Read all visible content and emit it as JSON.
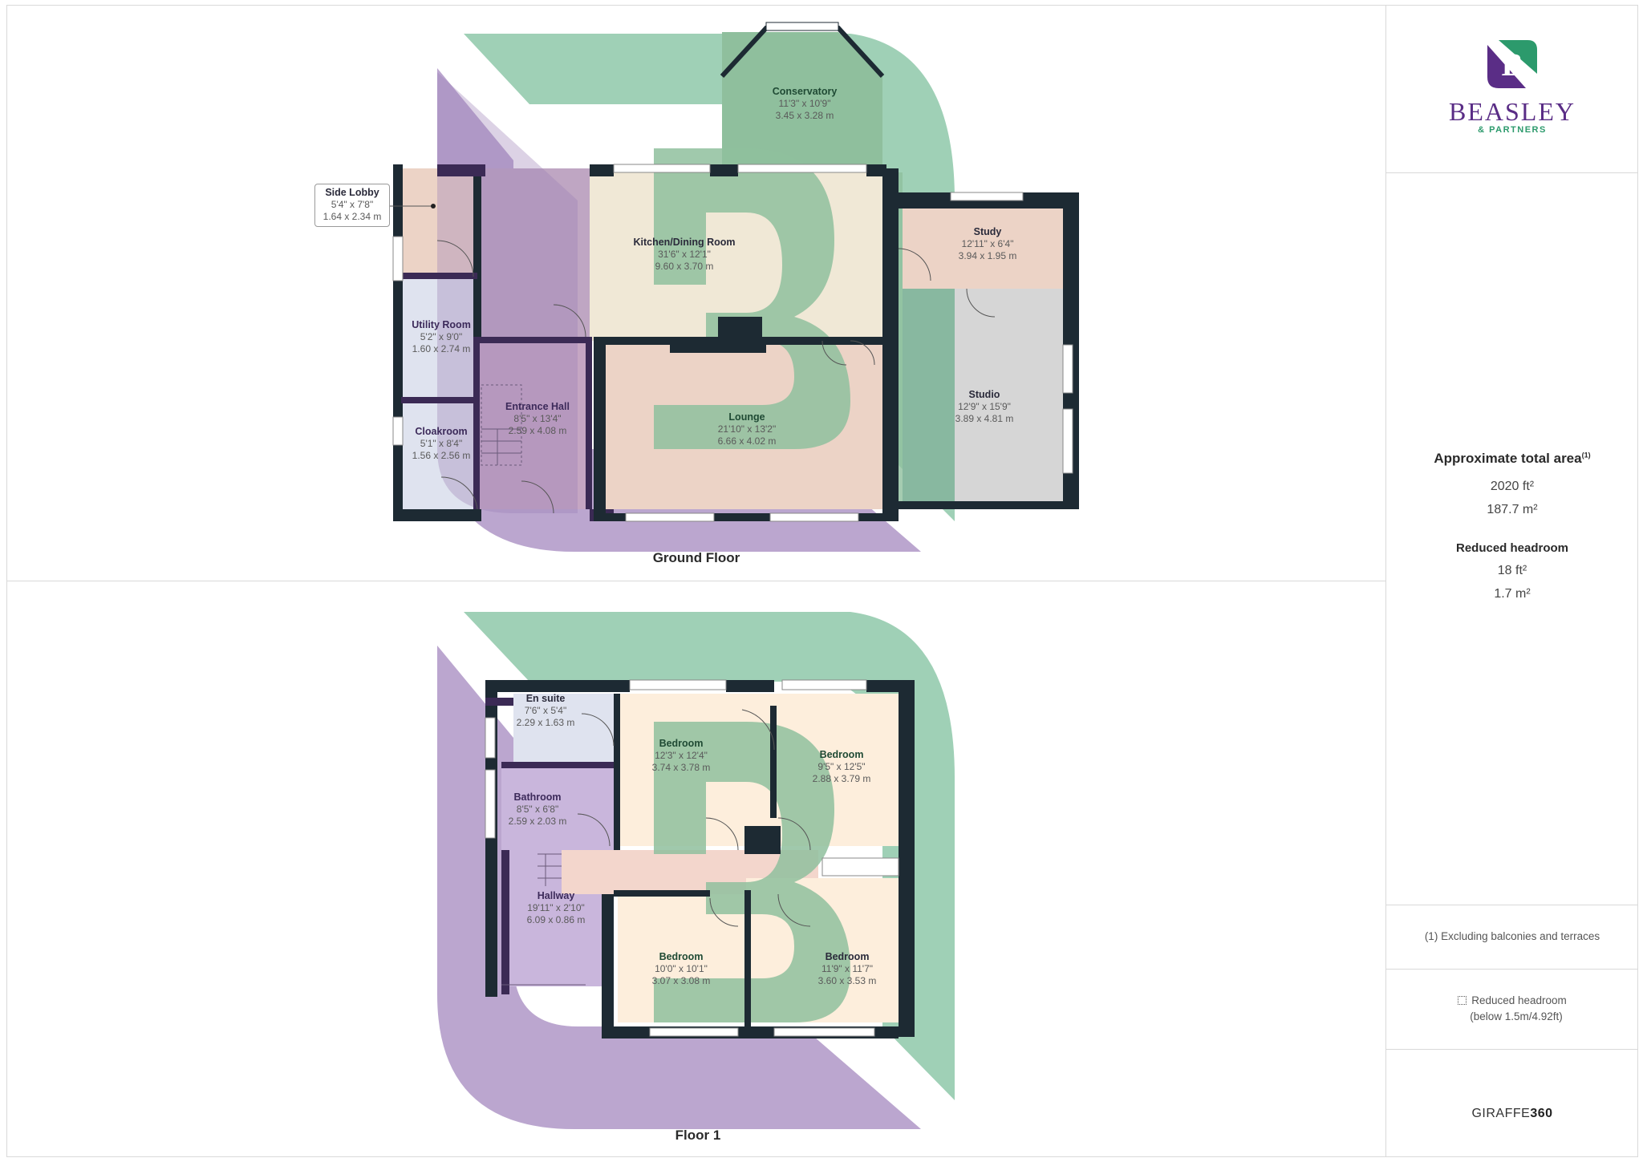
{
  "brand": {
    "logo_letter": "B",
    "name": "BEASLEY",
    "subtitle": "& PARTNERS",
    "colors": {
      "purple": "#5a2d86",
      "green": "#2c9a6c"
    }
  },
  "summary": {
    "total_area_title": "Approximate total area",
    "total_area_footnote_marker": "(1)",
    "total_area_ft": "2020 ft²",
    "total_area_m": "187.7 m²",
    "reduced_headroom_title": "Reduced headroom",
    "reduced_headroom_ft": "18 ft²",
    "reduced_headroom_m": "1.7 m²"
  },
  "notes": {
    "footnote": "(1) Excluding balconies and terraces",
    "legend_reduced_headroom": "Reduced headroom",
    "legend_reduced_headroom_detail": "(below 1.5m/4.92ft)",
    "legend_icon": "dotted-square-icon"
  },
  "credit": {
    "prefix": "GIRAFFE",
    "suffix": "360"
  },
  "floors": [
    {
      "label": "Ground Floor",
      "rooms": [
        {
          "name": "Side Lobby",
          "imperial": "5'4\" x 7'8\"",
          "metric": "1.64 x 2.34 m"
        },
        {
          "name": "Utility Room",
          "imperial": "5'2\" x 9'0\"",
          "metric": "1.60 x 2.74 m"
        },
        {
          "name": "Cloakroom",
          "imperial": "5'1\" x 8'4\"",
          "metric": "1.56 x 2.56 m"
        },
        {
          "name": "Entrance Hall",
          "imperial": "8'5\" x 13'4\"",
          "metric": "2.59 x 4.08 m"
        },
        {
          "name": "Kitchen/Dining Room",
          "imperial": "31'6\" x 12'1\"",
          "metric": "9.60 x 3.70 m"
        },
        {
          "name": "Conservatory",
          "imperial": "11'3\" x 10'9\"",
          "metric": "3.45 x 3.28 m"
        },
        {
          "name": "Lounge",
          "imperial": "21'10\" x 13'2\"",
          "metric": "6.66 x 4.02 m"
        },
        {
          "name": "Study",
          "imperial": "12'11\" x 6'4\"",
          "metric": "3.94 x 1.95 m"
        },
        {
          "name": "Studio",
          "imperial": "12'9\" x 15'9\"",
          "metric": "3.89 x 4.81 m"
        }
      ]
    },
    {
      "label": "Floor 1",
      "rooms": [
        {
          "name": "En suite",
          "imperial": "7'6\" x 5'4\"",
          "metric": "2.29 x 1.63 m"
        },
        {
          "name": "Bathroom",
          "imperial": "8'5\" x 6'8\"",
          "metric": "2.59 x 2.03 m"
        },
        {
          "name": "Hallway",
          "imperial": "19'11\" x 2'10\"",
          "metric": "6.09 x 0.86 m"
        },
        {
          "name": "Bedroom",
          "imperial": "12'3\" x 12'4\"",
          "metric": "3.74 x 3.78 m"
        },
        {
          "name": "Bedroom",
          "imperial": "9'5\" x 12'5\"",
          "metric": "2.88 x 3.79 m"
        },
        {
          "name": "Bedroom",
          "imperial": "10'0\" x 10'1\"",
          "metric": "3.07 x 3.08 m"
        },
        {
          "name": "Bedroom",
          "imperial": "11'9\" x 11'7\"",
          "metric": "3.60 x 3.53 m"
        }
      ]
    }
  ]
}
